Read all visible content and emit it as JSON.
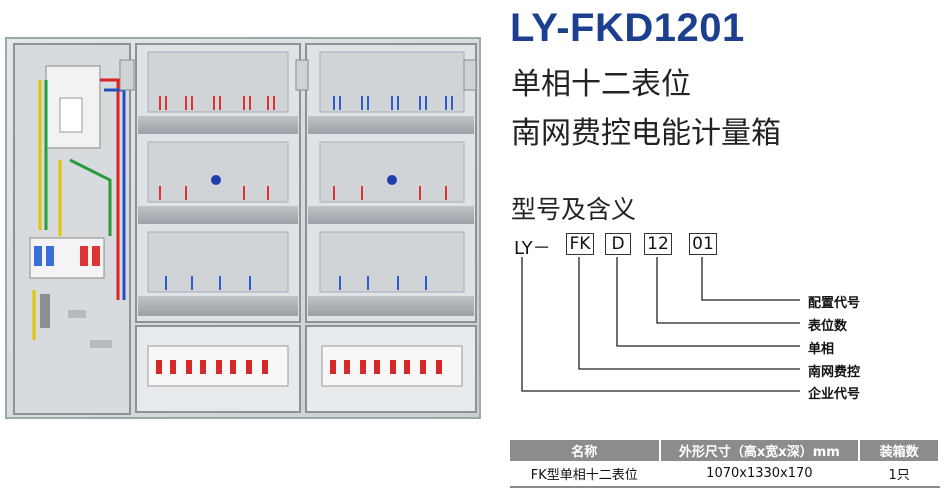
{
  "header": {
    "model": "LY-FKD1201",
    "subtitle_line1": "单相十二表位",
    "subtitle_line2": "南网费控电能计量箱"
  },
  "model_code": {
    "heading": "型号及含义",
    "prefix": "LY－",
    "segments": [
      "FK",
      "D",
      "12",
      "01"
    ],
    "legend": [
      "配置代号",
      "表位数",
      "单相",
      "南网费控",
      "企业代号"
    ]
  },
  "spec_table": {
    "headers": [
      "名称",
      "外形尺寸（高x宽x深）mm",
      "装箱数"
    ],
    "rows": [
      [
        "FK型单相十二表位",
        "1070x1330x170",
        "1只"
      ]
    ]
  },
  "colors": {
    "title_blue": "#1d3f8f",
    "table_header_gray": "#8c8c8c"
  }
}
